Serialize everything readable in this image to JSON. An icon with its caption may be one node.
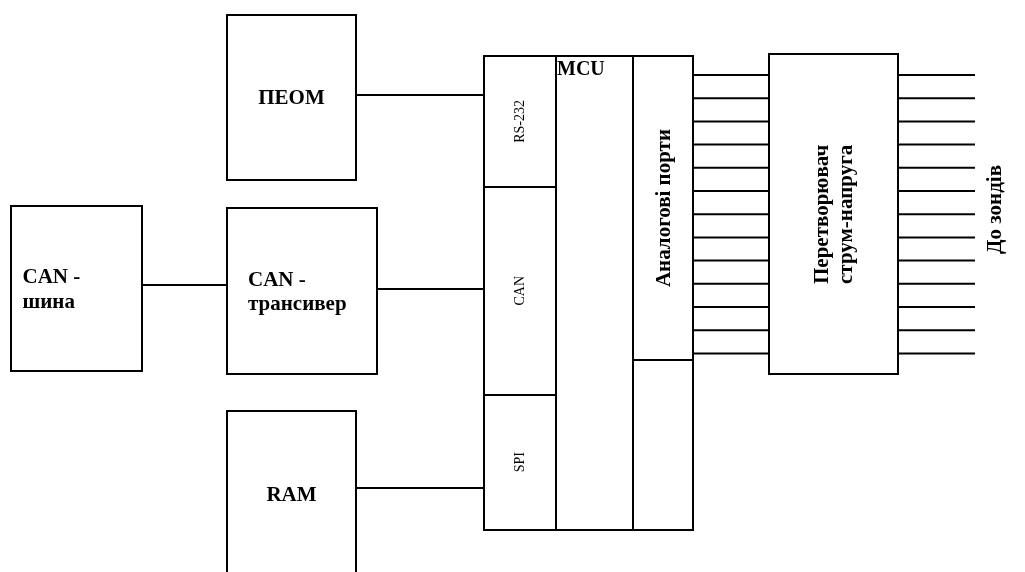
{
  "diagram": {
    "nodes": [
      {
        "text": [
          "ПЕОМ"
        ]
      },
      {
        "text": [
          "CAN - шина"
        ]
      },
      {
        "text": [
          "CAN - трансивер"
        ]
      },
      {
        "text": [
          "RAM"
        ]
      },
      {
        "text": [
          "MCU"
        ]
      },
      {
        "text": [
          "RS-232"
        ],
        "in": 4
      },
      {
        "text": [
          "CAN"
        ],
        "in": 4
      },
      {
        "text": [
          "SPI"
        ],
        "in": 4
      },
      {
        "text": [
          "Аналогові порти"
        ],
        "in": 4
      },
      {
        "text": [],
        "shape": "box",
        "in": 4
      },
      {
        "text": [
          "Перетворювач струм-напруга"
        ]
      }
    ],
    "edges": [
      {
        "from": 0,
        "to": 5,
        "arrow": "none"
      },
      {
        "from": 1,
        "to": 2,
        "arrow": "none"
      },
      {
        "from": 2,
        "to": 6,
        "arrow": "none"
      },
      {
        "from": 3,
        "to": 7,
        "arrow": "none"
      },
      {
        "from": 8,
        "to": 10,
        "arrow": "none"
      },
      {
        "from": 8,
        "to": 10,
        "arrow": "none"
      },
      {
        "from": 8,
        "to": 10,
        "arrow": "none"
      },
      {
        "from": 8,
        "to": 10,
        "arrow": "none"
      },
      {
        "from": 8,
        "to": 10,
        "arrow": "none"
      },
      {
        "from": 8,
        "to": 10,
        "arrow": "none"
      },
      {
        "from": 8,
        "to": 10,
        "arrow": "none"
      },
      {
        "from": 8,
        "to": 10,
        "arrow": "none"
      },
      {
        "from": 8,
        "to": 10,
        "arrow": "none"
      },
      {
        "from": 8,
        "to": 10,
        "arrow": "none"
      },
      {
        "from": 8,
        "to": 10,
        "arrow": "none"
      },
      {
        "from": 8,
        "to": 10,
        "arrow": "none"
      },
      {
        "from": 8,
        "to": 10,
        "arrow": "none"
      },
      {
        "from": 10,
        "to": null,
        "arrow": "none"
      },
      {
        "from": 10,
        "to": null,
        "arrow": "none"
      },
      {
        "from": 10,
        "to": null,
        "arrow": "none"
      },
      {
        "from": 10,
        "to": null,
        "arrow": "none"
      },
      {
        "from": 10,
        "to": null,
        "arrow": "none"
      },
      {
        "from": 10,
        "to": null,
        "arrow": "none"
      },
      {
        "from": 10,
        "to": null,
        "arrow": "none"
      },
      {
        "from": 10,
        "to": null,
        "arrow": "none"
      },
      {
        "from": 10,
        "to": null,
        "arrow": "none"
      },
      {
        "from": 10,
        "to": null,
        "arrow": "none"
      },
      {
        "from": 10,
        "to": null,
        "arrow": "none"
      },
      {
        "from": 10,
        "to": null,
        "arrow": "none"
      },
      {
        "from": 10,
        "to": null,
        "arrow": "none"
      }
    ],
    "labels": [
      "До зондів"
    ]
  }
}
